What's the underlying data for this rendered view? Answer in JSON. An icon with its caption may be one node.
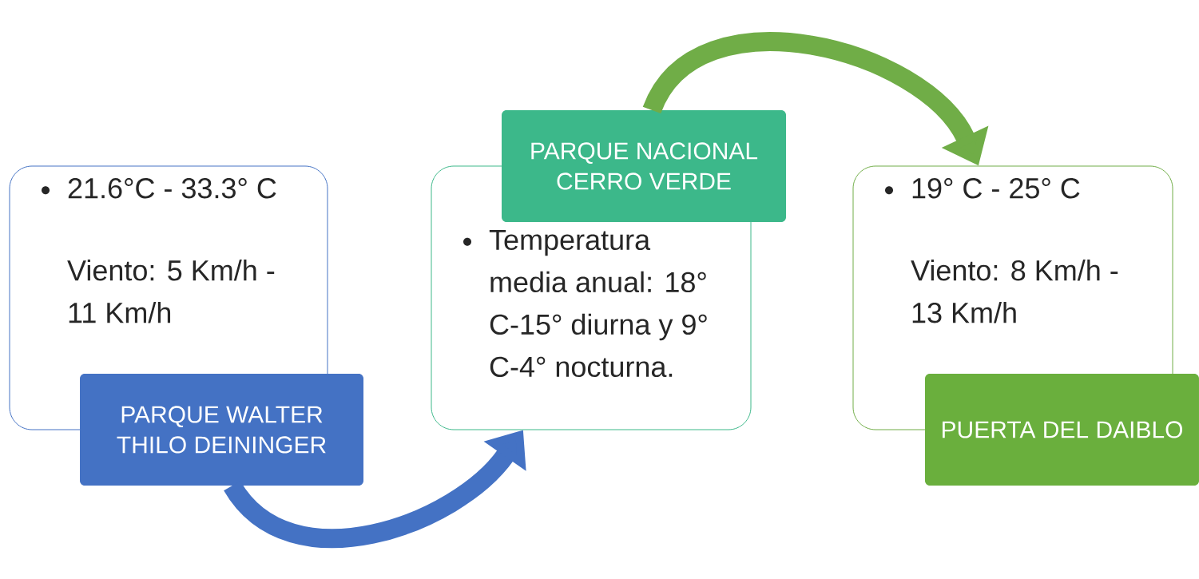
{
  "diagram": {
    "nodes": [
      {
        "text": [
          "21.6°C - 33.3° C",
          "Viento: 5 Km/h - 11 Km/h"
        ]
      },
      {
        "text": [
          "PARQUE WALTER THILO DEININGER"
        ]
      },
      {
        "text": [
          "Temperatura media anual: 18° C-15° diurna y 9° C-4° nocturna."
        ]
      },
      {
        "text": [
          "PARQUE NACIONAL CERRO VERDE"
        ]
      },
      {
        "text": [
          "19° C - 25° C",
          "Viento: 8 Km/h - 13 Km/h"
        ]
      },
      {
        "text": [
          "PUERTA DEL DAIBLO"
        ]
      }
    ],
    "edges": [
      {
        "from": 1,
        "to": 2,
        "arrow": "to",
        "color": "#4472c4"
      },
      {
        "from": 3,
        "to": 4,
        "arrow": "to",
        "color": "#70ad47"
      }
    ]
  }
}
